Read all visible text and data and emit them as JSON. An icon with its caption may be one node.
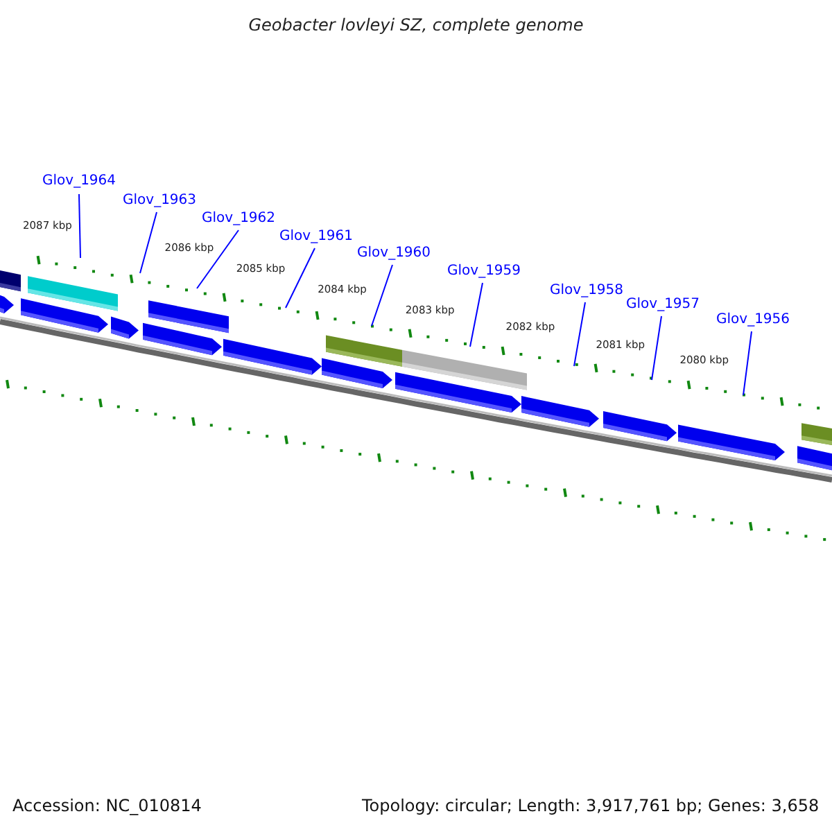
{
  "diagram": {
    "title": "Geobacter lovleyi SZ, complete genome",
    "nodes": [
      {
        "text": [
          "Glov_1964"
        ]
      },
      {
        "text": [
          "Glov_1963"
        ]
      },
      {
        "text": [
          "Glov_1962"
        ]
      },
      {
        "text": [
          "Glov_1961"
        ]
      },
      {
        "text": [
          "Glov_1960"
        ]
      },
      {
        "text": [
          "Glov_1959"
        ]
      },
      {
        "text": [
          "Glov_1958"
        ]
      },
      {
        "text": [
          "Glov_1957"
        ]
      },
      {
        "text": [
          "Glov_1956"
        ]
      }
    ],
    "edges": [
      {
        "from": 0,
        "to": null,
        "arrow": "none"
      },
      {
        "from": 1,
        "to": null,
        "arrow": "none"
      },
      {
        "from": 2,
        "to": null,
        "arrow": "none"
      },
      {
        "from": 3,
        "to": null,
        "arrow": "none"
      },
      {
        "from": 4,
        "to": null,
        "arrow": "none"
      },
      {
        "from": 5,
        "to": null,
        "arrow": "none"
      },
      {
        "from": 6,
        "to": null,
        "arrow": "none"
      },
      {
        "from": 7,
        "to": null,
        "arrow": "none"
      },
      {
        "from": 8,
        "to": null,
        "arrow": "none"
      }
    ],
    "labels": [
      "2087 kbp",
      "2086 kbp",
      "2085 kbp",
      "2084 kbp",
      "2083 kbp",
      "2082 kbp",
      "2081 kbp",
      "2080 kbp",
      "Accession: NC_010814",
      "Topology: circular; Length: 3,917,761 bp; Genes: 3,658"
    ]
  }
}
